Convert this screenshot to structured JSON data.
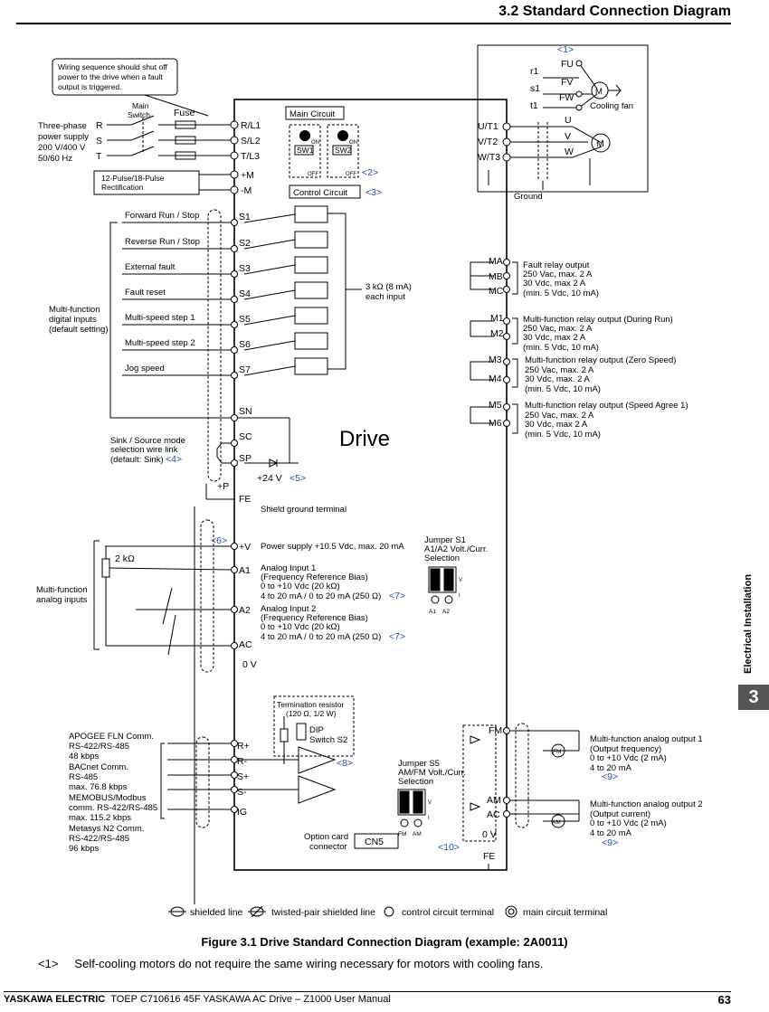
{
  "header": {
    "title": "3.2 Standard Connection Diagram"
  },
  "side_tab": {
    "label": "Electrical Installation",
    "chapter": "3"
  },
  "diagram": {
    "drive_label": "Drive",
    "wiring_note": [
      "Wiring sequence should shut off",
      "power to the drive when a fault",
      "output is triggered."
    ],
    "power_supply": [
      "Three-phase",
      "power supply",
      "200 V/400 V",
      "50/60 Hz"
    ],
    "main_switch": [
      "Main",
      "Switch"
    ],
    "fuse": "Fuse",
    "phases": [
      "R",
      "S",
      "T"
    ],
    "rectification": [
      "12-Pulse/18-Pulse",
      "Rectification"
    ],
    "power_terminals": [
      "R/L1",
      "S/L2",
      "T/L3",
      "+M",
      "-M"
    ],
    "main_circuit": "Main Circuit",
    "control_circuit": "Control Circuit",
    "sw1": "SW1",
    "sw2": "SW2",
    "on": "ON",
    "off": "OFF",
    "note2": "<2>",
    "note3": "<3>",
    "note1": "<1>",
    "fan_terminals_left": [
      "r1",
      "s1",
      "t1"
    ],
    "fan_terminals_right": [
      "FU",
      "FV",
      "FW"
    ],
    "cooling_fan": "Cooling fan",
    "motor_m": "M",
    "motor_terminals_left": [
      "U/T1",
      "V/T2",
      "W/T3"
    ],
    "motor_terminals_right": [
      "U",
      "V",
      "W"
    ],
    "ground": "Ground",
    "digital_inputs": [
      {
        "label": "Forward Run / Stop",
        "terminal": "S1"
      },
      {
        "label": "Reverse Run / Stop",
        "terminal": "S2"
      },
      {
        "label": "External fault",
        "terminal": "S3"
      },
      {
        "label": "Fault reset",
        "terminal": "S4"
      },
      {
        "label": "Multi-speed step 1",
        "terminal": "S5"
      },
      {
        "label": "Multi-speed step 2",
        "terminal": "S6"
      },
      {
        "label": "Jog speed",
        "terminal": "S7"
      }
    ],
    "digital_group": [
      "Multi-function",
      "digital inputs",
      "(default setting)"
    ],
    "input_impedance": [
      "3 kΩ (8 mA)",
      "each input"
    ],
    "sn": "SN",
    "sc": "SC",
    "sp": "SP",
    "plus_p": "+P",
    "sink_source": [
      "Sink / Source mode",
      "selection wire link",
      "(default: Sink)"
    ],
    "note4": "<4>",
    "plus24": "+24 V",
    "note5": "<5>",
    "fe": "FE",
    "shield_ground": "Shield ground terminal",
    "note6": "<6>",
    "plus_v": "+V",
    "power_supply_v": "Power supply +10.5 Vdc, max. 20 mA",
    "pot": "2 kΩ",
    "analog_group": [
      "Multi-function",
      "analog inputs"
    ],
    "a1": "A1",
    "a1_desc": [
      "Analog Input 1",
      "(Frequency Reference Bias)",
      "0 to +10 Vdc (20 kΩ)",
      "4 to 20 mA / 0 to 20 mA (250 Ω)"
    ],
    "a2": "A2",
    "a2_desc": [
      "Analog Input 2",
      "(Frequency Reference Bias)",
      "0 to +10 Vdc  (20 kΩ)",
      "4 to 20 mA / 0 to 20 mA (250 Ω)"
    ],
    "note7": "<7>",
    "ac": "AC",
    "zero_v": "0 V",
    "jumper_s1": [
      "Jumper S1",
      "A1/A2 Volt./Curr.",
      "Selection"
    ],
    "jumper_s1_pins": [
      "A1",
      "A2"
    ],
    "v_i": [
      "V",
      "I"
    ],
    "relays": [
      {
        "terminals": [
          "MA",
          "MB",
          "MC"
        ],
        "desc": [
          "Fault relay output",
          "250 Vac, max. 2 A",
          "30 Vdc, max 2 A",
          "(min. 5 Vdc, 10 mA)"
        ]
      },
      {
        "terminals": [
          "M1",
          "M2"
        ],
        "desc": [
          "Multi-function relay output (During Run)",
          "250 Vac, max. 2 A",
          "30 Vdc, max 2 A",
          "(min. 5 Vdc, 10 mA)"
        ]
      },
      {
        "terminals": [
          "M3",
          "M4"
        ],
        "desc": [
          "Multi-function relay output (Zero Speed)",
          "250 Vac, max. 2 A",
          "30 Vdc, max. 2 A",
          "(min. 5 Vdc, 10 mA)"
        ]
      },
      {
        "terminals": [
          "M5",
          "M6"
        ],
        "desc": [
          "Multi-function relay output (Speed Agree 1)",
          "250 Vac, max. 2 A",
          "30 Vdc, max 2 A",
          "(min. 5 Vdc, 10 mA)"
        ]
      }
    ],
    "termination": [
      "Termination resistor",
      "(120 Ω, 1/2 W)"
    ],
    "dip": [
      "DIP",
      "Switch S2"
    ],
    "note8": "<8>",
    "comm_terminals": [
      "R+",
      "R-",
      "S+",
      "S-",
      "IG"
    ],
    "comm_desc": [
      "APOGEE FLN Comm.",
      "RS-422/RS-485",
      "48 kbps",
      "BACnet Comm.",
      "RS-485",
      "max. 76.8 kbps",
      "MEMOBUS/Modbus",
      "comm. RS-422/RS-485",
      "max. 115.2 kbps",
      "Metasys N2 Comm.",
      "RS-422/RS-485",
      "96 kbps"
    ],
    "option_card": [
      "Option card",
      "connector"
    ],
    "cn5": "CN5",
    "jumper_s5": [
      "Jumper S5",
      "AM/FM Volt./Curr.",
      "Selection"
    ],
    "jumper_s5_pins": [
      "FM",
      "AM"
    ],
    "note10": "<10>",
    "fm": "FM",
    "am": "AM",
    "ac2": "AC",
    "zero_v2": "0 V",
    "fe2": "FE",
    "meter_fm": "FM",
    "meter_am": "AM",
    "analog_out1": [
      "Multi-function analog output 1",
      "(Output frequency)",
      "0 to +10 Vdc (2 mA)",
      "4 to 20 mA"
    ],
    "analog_out2": [
      "Multi-function analog output 2",
      "(Output current)",
      "0 to +10 Vdc (2 mA)",
      "4 to 20 mA"
    ],
    "note9": "<9>",
    "legend": [
      "shielded line",
      "twisted-pair shielded line",
      "control circuit terminal",
      "main circuit terminal"
    ]
  },
  "caption": "Figure 3.1  Drive Standard Connection Diagram (example: 2A0011)",
  "note": {
    "tag": "<1>",
    "text": "Self-cooling motors do not require the same wiring necessary for motors with cooling fans."
  },
  "footer": {
    "brand": "YASKAWA ELECTRIC",
    "doc": "TOEP C710616 45F YASKAWA AC Drive – Z1000 User Manual",
    "page": "63"
  },
  "colors": {
    "note_blue": "#1f4fa8",
    "tab_gray": "#555555"
  }
}
